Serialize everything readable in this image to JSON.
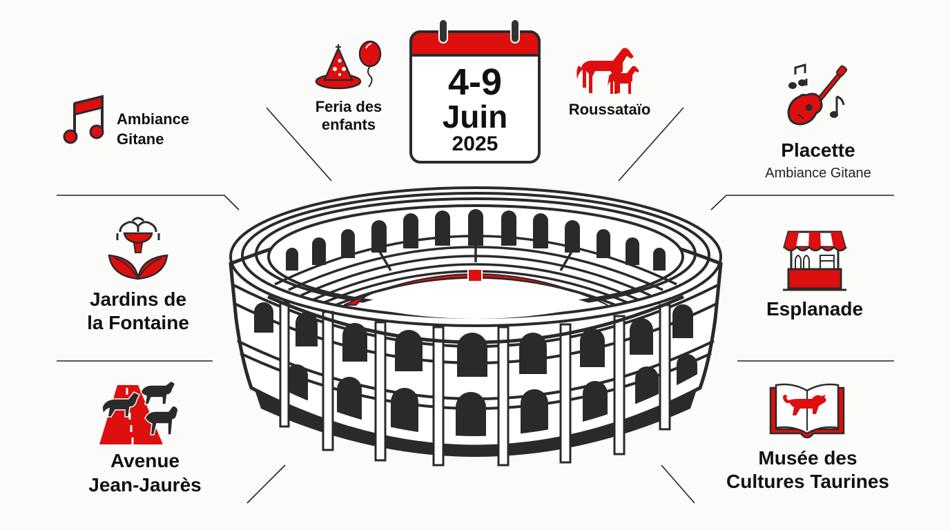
{
  "colors": {
    "accent": "#dd0f0f",
    "ink": "#222222",
    "background": "#fbfbfa"
  },
  "calendar": {
    "dates": "4-9",
    "month": "Juin",
    "year": "2025",
    "icon": "calendar-icon"
  },
  "items": {
    "ambiance_gitane": {
      "line1": "Ambiance",
      "line2": "Gitane",
      "icon": "music-note-icon"
    },
    "feria_enfants": {
      "line1": "Feria des",
      "line2": "enfants",
      "icon": "party-hat-balloon-icon"
    },
    "roussataio": {
      "label": "Roussataïo",
      "icon": "horses-icon"
    },
    "placette": {
      "title": "Placette",
      "subtitle": "Ambiance Gitane",
      "icon": "guitar-icon"
    },
    "jardins": {
      "line1": "Jardins de",
      "line2": "la Fontaine",
      "icon": "fountain-leaves-icon"
    },
    "esplanade": {
      "label": "Esplanade",
      "icon": "market-stall-icon"
    },
    "avenue": {
      "line1": "Avenue",
      "line2": "Jean-Jaurès",
      "icon": "road-bulls-horse-icon"
    },
    "musee": {
      "line1": "Musée des",
      "line2": "Cultures Taurines",
      "icon": "book-bull-icon"
    }
  },
  "centerpiece": {
    "icon": "arena-amphitheatre-icon"
  }
}
